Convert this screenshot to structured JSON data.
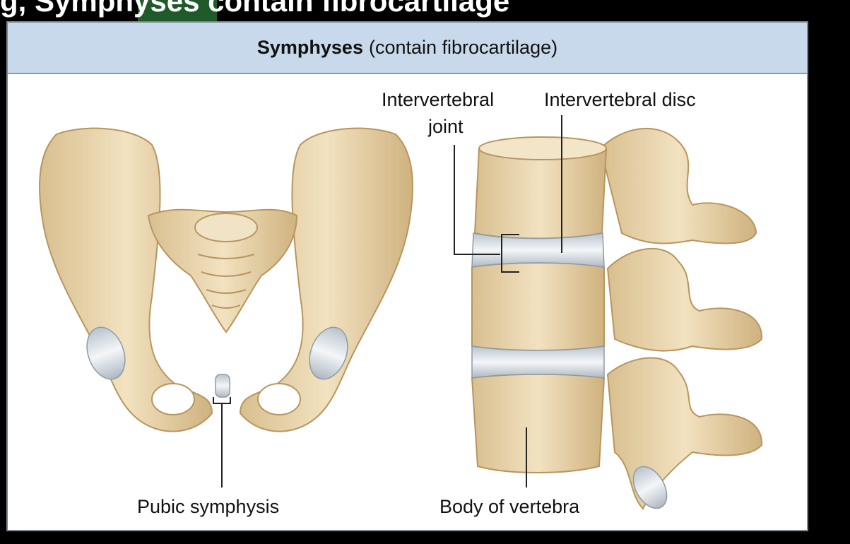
{
  "top_caption": "g, Symphyses contain fibrocartilage",
  "header": {
    "title_bold": "Symphyses",
    "title_rest": "(contain fibrocartilage)"
  },
  "labels": {
    "intervertebral_joint_line1": "Intervertebral",
    "intervertebral_joint_line2": "joint",
    "intervertebral_disc": "Intervertebral disc",
    "pubic_symphysis": "Pubic symphysis",
    "body_of_vertebra": "Body of vertebra"
  },
  "colors": {
    "bone": "#ead7b0",
    "bone_shadow": "#c9ab7b",
    "cartilage": "#d9e0e8",
    "header_bg": "#c7d9ea"
  }
}
